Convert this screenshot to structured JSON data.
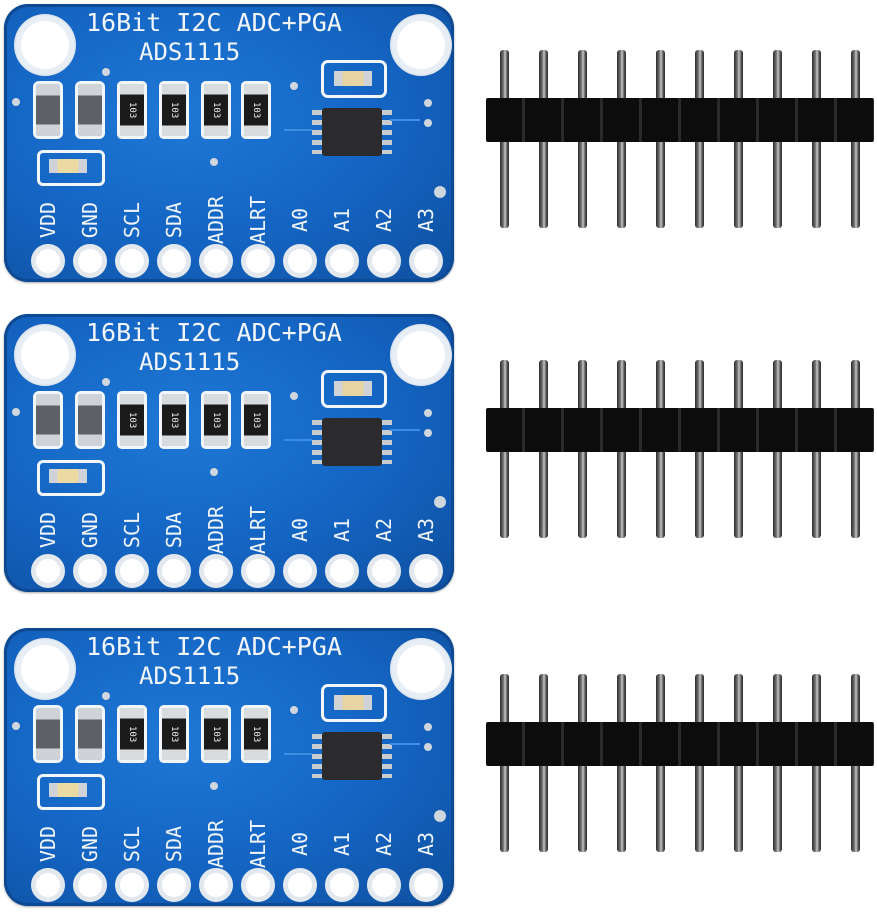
{
  "boards": [
    {
      "title": "16Bit I2C ADC+PGA",
      "part": "ADS1115",
      "pins": [
        "VDD",
        "GND",
        "SCL",
        "SDA",
        "ADDR",
        "ALRT",
        "A0",
        "A1",
        "A2",
        "A3"
      ],
      "resistor_marking": "103"
    },
    {
      "title": "16Bit I2C ADC+PGA",
      "part": "ADS1115",
      "pins": [
        "VDD",
        "GND",
        "SCL",
        "SDA",
        "ADDR",
        "ALRT",
        "A0",
        "A1",
        "A2",
        "A3"
      ],
      "resistor_marking": "103"
    },
    {
      "title": "16Bit I2C ADC+PGA",
      "part": "ADS1115",
      "pins": [
        "VDD",
        "GND",
        "SCL",
        "SDA",
        "ADDR",
        "ALRT",
        "A0",
        "A1",
        "A2",
        "A3"
      ],
      "resistor_marking": "103"
    }
  ],
  "colors": {
    "pcb": "#1464c2",
    "silkscreen": "#f2f6fb",
    "header_body": "#0c0c0c",
    "header_pin": "#8a8a8a"
  }
}
